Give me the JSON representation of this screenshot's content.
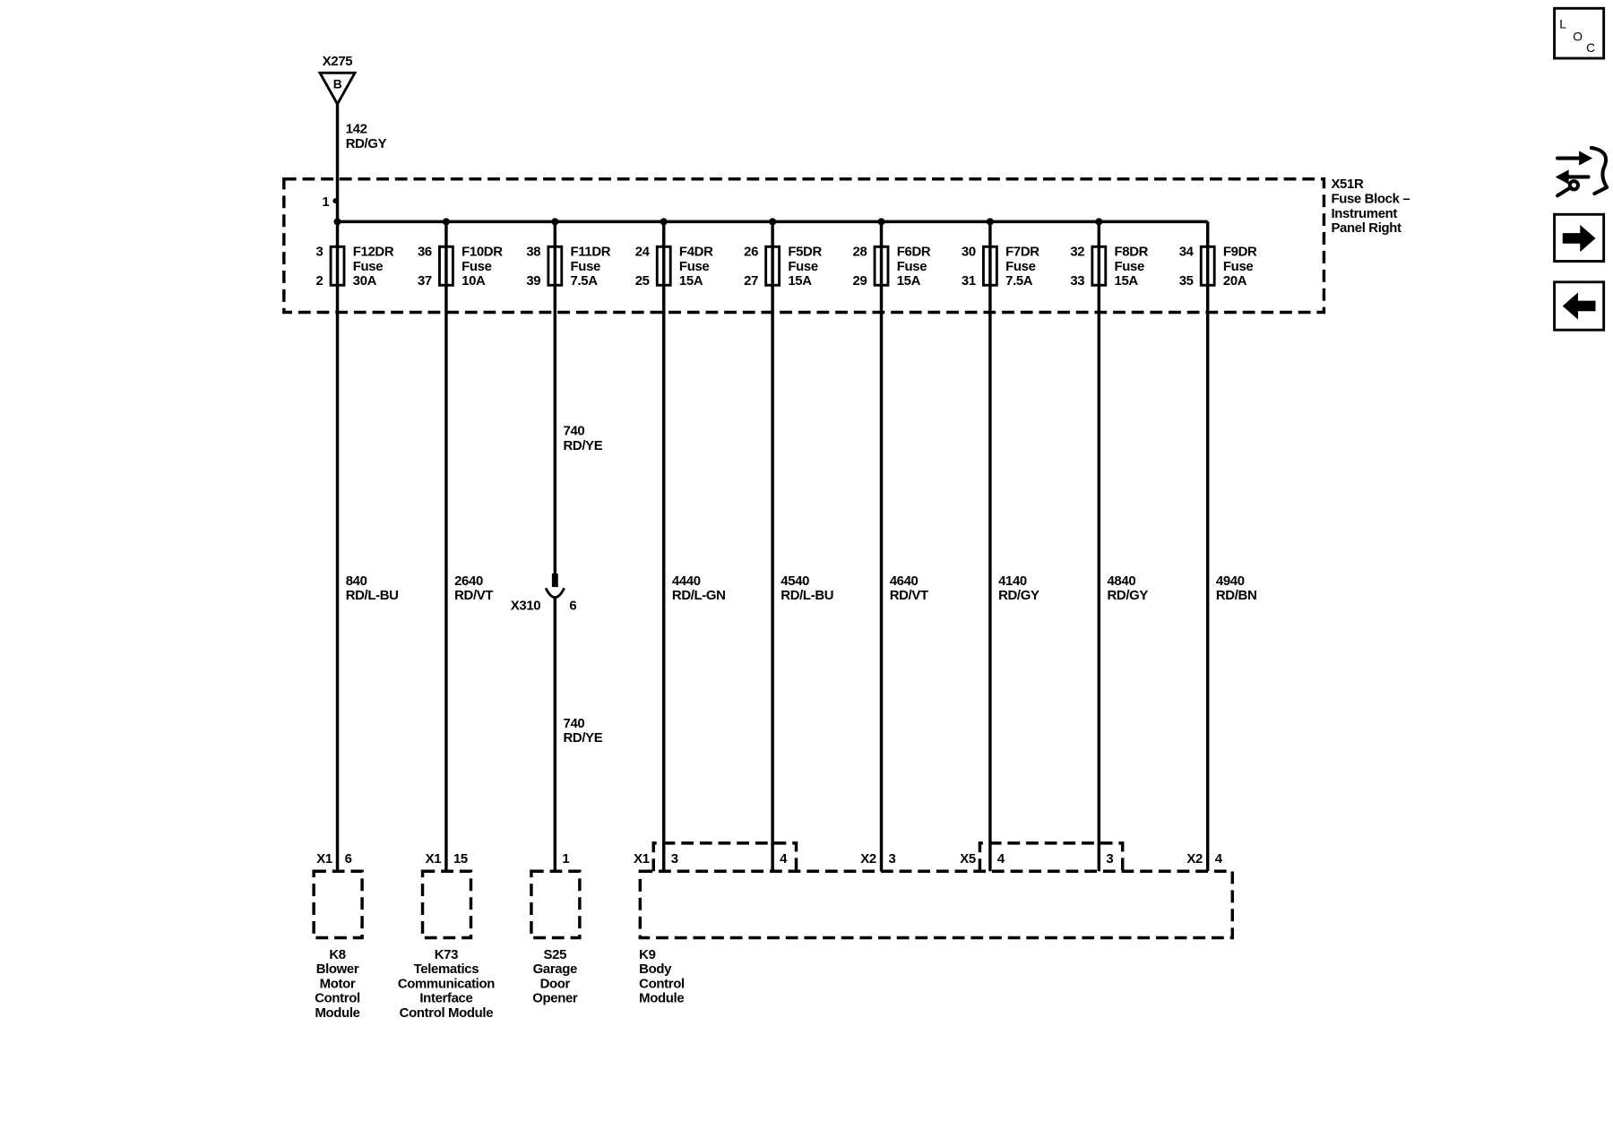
{
  "source": {
    "connector": "X275",
    "terminal": "B",
    "circuit": "142",
    "wire_color": "RD/GY"
  },
  "fuse_block": {
    "connector": "X51R",
    "name_lines": [
      "Fuse Block –",
      "Instrument",
      "Panel Right"
    ],
    "bus_pin": "1"
  },
  "fuses": [
    {
      "name": "F12DR",
      "label": "Fuse",
      "rating": "30A",
      "pin_in": "3",
      "pin_out": "2"
    },
    {
      "name": "F10DR",
      "label": "Fuse",
      "rating": "10A",
      "pin_in": "36",
      "pin_out": "37"
    },
    {
      "name": "F11DR",
      "label": "Fuse",
      "rating": "7.5A",
      "pin_in": "38",
      "pin_out": "39"
    },
    {
      "name": "F4DR",
      "label": "Fuse",
      "rating": "15A",
      "pin_in": "24",
      "pin_out": "25"
    },
    {
      "name": "F5DR",
      "label": "Fuse",
      "rating": "15A",
      "pin_in": "26",
      "pin_out": "27"
    },
    {
      "name": "F6DR",
      "label": "Fuse",
      "rating": "15A",
      "pin_in": "28",
      "pin_out": "29"
    },
    {
      "name": "F7DR",
      "label": "Fuse",
      "rating": "7.5A",
      "pin_in": "30",
      "pin_out": "31"
    },
    {
      "name": "F8DR",
      "label": "Fuse",
      "rating": "15A",
      "pin_in": "32",
      "pin_out": "33"
    },
    {
      "name": "F9DR",
      "label": "Fuse",
      "rating": "20A",
      "pin_in": "34",
      "pin_out": "35"
    }
  ],
  "circuits": [
    {
      "segments": [
        {
          "circuit": "840",
          "color": "RD/L-BU"
        }
      ]
    },
    {
      "segments": [
        {
          "circuit": "2640",
          "color": "RD/VT"
        }
      ]
    },
    {
      "segments": [
        {
          "circuit": "740",
          "color": "RD/YE"
        },
        {
          "circuit": "740",
          "color": "RD/YE"
        }
      ],
      "inline": {
        "connector": "X310",
        "pin": "6"
      }
    },
    {
      "segments": [
        {
          "circuit": "4440",
          "color": "RD/L-GN"
        }
      ]
    },
    {
      "segments": [
        {
          "circuit": "4540",
          "color": "RD/L-BU"
        }
      ]
    },
    {
      "segments": [
        {
          "circuit": "4640",
          "color": "RD/VT"
        }
      ]
    },
    {
      "segments": [
        {
          "circuit": "4140",
          "color": "RD/GY"
        }
      ]
    },
    {
      "segments": [
        {
          "circuit": "4840",
          "color": "RD/GY"
        }
      ]
    },
    {
      "segments": [
        {
          "circuit": "4940",
          "color": "RD/BN"
        }
      ]
    }
  ],
  "modules": [
    {
      "id": "K8",
      "name_lines": [
        "Blower",
        "Motor",
        "Control",
        "Module"
      ],
      "terminals": [
        {
          "connector": "X1",
          "pin": "6"
        }
      ]
    },
    {
      "id": "K73",
      "name_lines": [
        "Telematics",
        "Communication",
        "Interface",
        "Control Module"
      ],
      "terminals": [
        {
          "connector": "X1",
          "pin": "15"
        }
      ]
    },
    {
      "id": "S25",
      "name_lines": [
        "Garage",
        "Door",
        "Opener"
      ],
      "terminals": [
        {
          "pin": "1"
        }
      ]
    },
    {
      "id": "K9",
      "name_lines": [
        "Body",
        "Control",
        "Module"
      ],
      "terminals": [
        {
          "connector": "X1",
          "pin": "3"
        },
        {
          "pin": "4"
        },
        {
          "connector": "X2",
          "pin": "3"
        },
        {
          "connector": "X5",
          "pin": "4"
        },
        {
          "pin": "3"
        },
        {
          "connector": "X2",
          "pin": "4"
        }
      ]
    }
  ],
  "nav": {
    "loc_button": {
      "letters": [
        "L",
        "O",
        "C"
      ]
    },
    "tool_icon": "connector-tool-icon",
    "next_icon": "arrow-right-icon",
    "prev_icon": "arrow-left-icon"
  },
  "colors": {
    "ink": "#000000",
    "paper": "#ffffff"
  }
}
